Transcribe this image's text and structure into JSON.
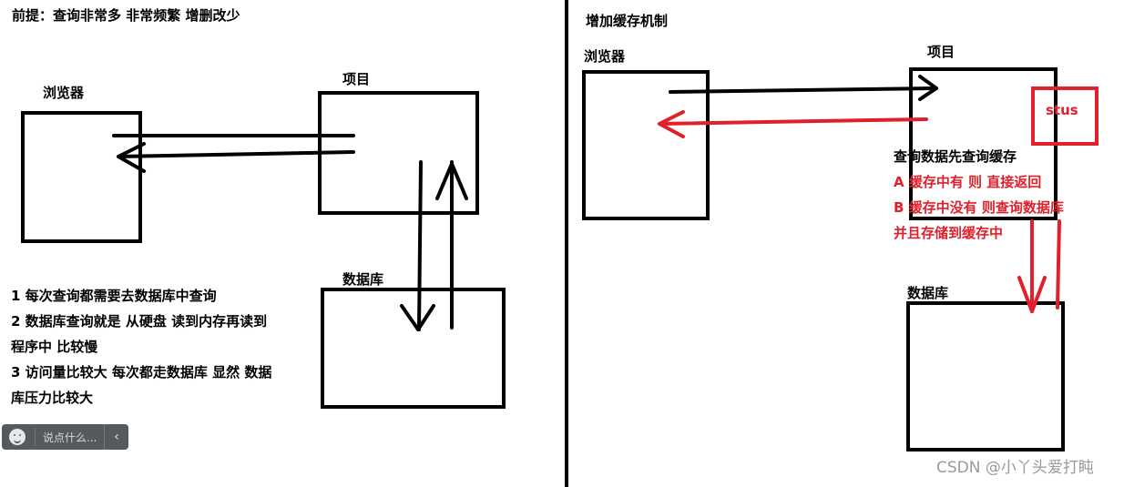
{
  "left": {
    "premise": "前提：查询非常多 非常频繁   增删改少",
    "browser_label": "浏览器",
    "project_label": "项目",
    "database_label": "数据库",
    "notes": [
      "1 每次查询都需要去数据库中查询",
      "2 数据库查询就是 从硬盘 读到内存再读到",
      "程序中 比较慢",
      "3 访问量比较大 每次都走数据库 显然 数据",
      "库压力比较大"
    ]
  },
  "right": {
    "title": "增加缓存机制",
    "browser_label": "浏览器",
    "project_label": "项目",
    "cache_label": "stus",
    "database_label": "数据库",
    "query_heading": "查询数据先查询缓存",
    "rule_a": "A 缓存中有 则 直接返回",
    "rule_b": "B 缓存中没有 则查询数据库",
    "rule_b_cont": "并且存储到缓存中"
  },
  "comment_widget": {
    "placeholder": "说点什么...",
    "smile_icon": "smile-icon",
    "collapse_icon": "chevron-left-icon"
  },
  "watermark": "CSDN @小丫头爱打盹",
  "colors": {
    "ink": "#000000",
    "accent": "#e0202a"
  }
}
